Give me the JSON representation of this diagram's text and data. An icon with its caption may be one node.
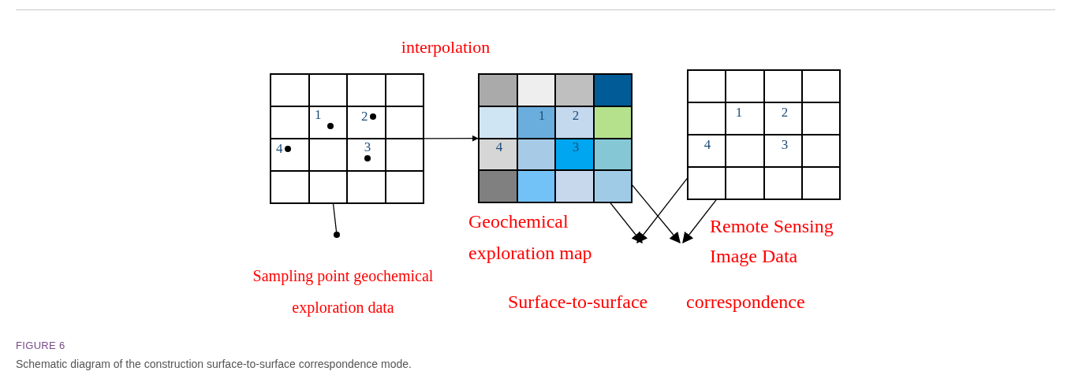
{
  "diagram": {
    "title": "FIGURE 6",
    "caption": "Schematic diagram of the construction surface-to-surface correspondence mode.",
    "nodes": [
      {
        "text": [],
        "shape": "box"
      },
      {
        "text": [
          "1"
        ],
        "in": 0
      },
      {
        "text": [
          "2"
        ],
        "in": 0
      },
      {
        "text": [
          "4"
        ],
        "in": 0
      },
      {
        "text": [
          "3"
        ],
        "in": 0
      },
      {
        "text": [],
        "shape": "circle"
      },
      {
        "text": [],
        "shape": "box"
      },
      {
        "text": [
          "1"
        ],
        "in": 6
      },
      {
        "text": [
          "2"
        ],
        "in": 6
      },
      {
        "text": [
          "4"
        ],
        "in": 6
      },
      {
        "text": [
          "3"
        ],
        "in": 6
      },
      {
        "text": [],
        "shape": "box"
      },
      {
        "text": [
          "1"
        ],
        "in": 11
      },
      {
        "text": [
          "2"
        ],
        "in": 11
      },
      {
        "text": [
          "4"
        ],
        "in": 11
      },
      {
        "text": [
          "3"
        ],
        "in": 11
      }
    ],
    "edges": [
      {
        "from": 5,
        "to": 1,
        "arrow": "to"
      },
      {
        "from": 0,
        "to": 6,
        "arrow": "to"
      },
      {
        "from": 7,
        "to": null,
        "arrow": "to"
      },
      {
        "from": 8,
        "to": null,
        "arrow": "to"
      },
      {
        "from": 12,
        "to": null,
        "arrow": "to"
      },
      {
        "from": 13,
        "to": null,
        "arrow": "to"
      }
    ],
    "labels": [
      "interpolation",
      "Geochemical exploration map",
      "Remote Sensing Image Data",
      "Sampling point geochemical exploration data",
      "Surface-to-surface",
      "correspondence"
    ]
  }
}
